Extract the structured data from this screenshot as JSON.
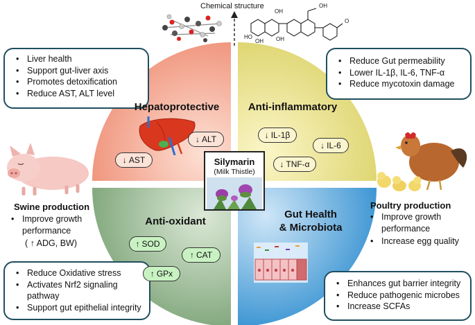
{
  "chemical_structure": {
    "label": "Chemical structure",
    "atoms": [
      "OH",
      "HO",
      "OH",
      "OH",
      "O",
      "OH"
    ]
  },
  "center": {
    "title": "Silymarin",
    "subtitle": "(Milk Thistle)"
  },
  "quadrants": {
    "hepatoprotective": {
      "title": "Hepatoprotective",
      "markers": [
        {
          "arrow": "↓",
          "label": "ALT"
        },
        {
          "arrow": "↓",
          "label": "AST"
        }
      ],
      "benefits": [
        "Liver health",
        "Support gut-liver axis",
        "Promotes detoxification",
        "Reduce AST, ALT level"
      ]
    },
    "anti_inflammatory": {
      "title": "Anti-inflammatory",
      "markers": [
        {
          "arrow": "↓",
          "label": "IL-1β"
        },
        {
          "arrow": "↓",
          "label": "IL-6"
        },
        {
          "arrow": "↓",
          "label": "TNF-α"
        }
      ],
      "benefits": [
        "Reduce Gut permeability",
        "Lower IL-1β, IL-6, TNF-α",
        "Reduce mycotoxin damage"
      ]
    },
    "anti_oxidant": {
      "title": "Anti-oxidant",
      "markers": [
        {
          "arrow": "↑",
          "label": "SOD"
        },
        {
          "arrow": "↑",
          "label": "CAT"
        },
        {
          "arrow": "↑",
          "label": "GPx"
        }
      ],
      "benefits": [
        "Reduce Oxidative stress",
        "Activates Nrf2 signaling pathway",
        "Support gut epithelial integrity"
      ]
    },
    "gut_health": {
      "title_line1": "Gut Health",
      "title_line2": "& Microbiota",
      "benefits": [
        "Enhances gut barrier integrity",
        "Reduce pathogenic microbes",
        "Increase SCFAs"
      ]
    }
  },
  "swine": {
    "title": "Swine production",
    "items": [
      "Improve growth performance",
      "( ↑ ADG, BW)"
    ]
  },
  "poultry": {
    "title": "Poultry production",
    "items": [
      "Improve growth performance",
      "Increase egg quality"
    ]
  },
  "colors": {
    "hepatoprotective": "#f2a48e",
    "anti_inflammatory": "#e8e08a",
    "anti_oxidant": "#8fb38a",
    "gut_health": "#4a9fd8",
    "marker_fill_top": "#fbe3d8",
    "marker_fill_green": "#c9f2c2",
    "border": "#1f4e5f"
  }
}
